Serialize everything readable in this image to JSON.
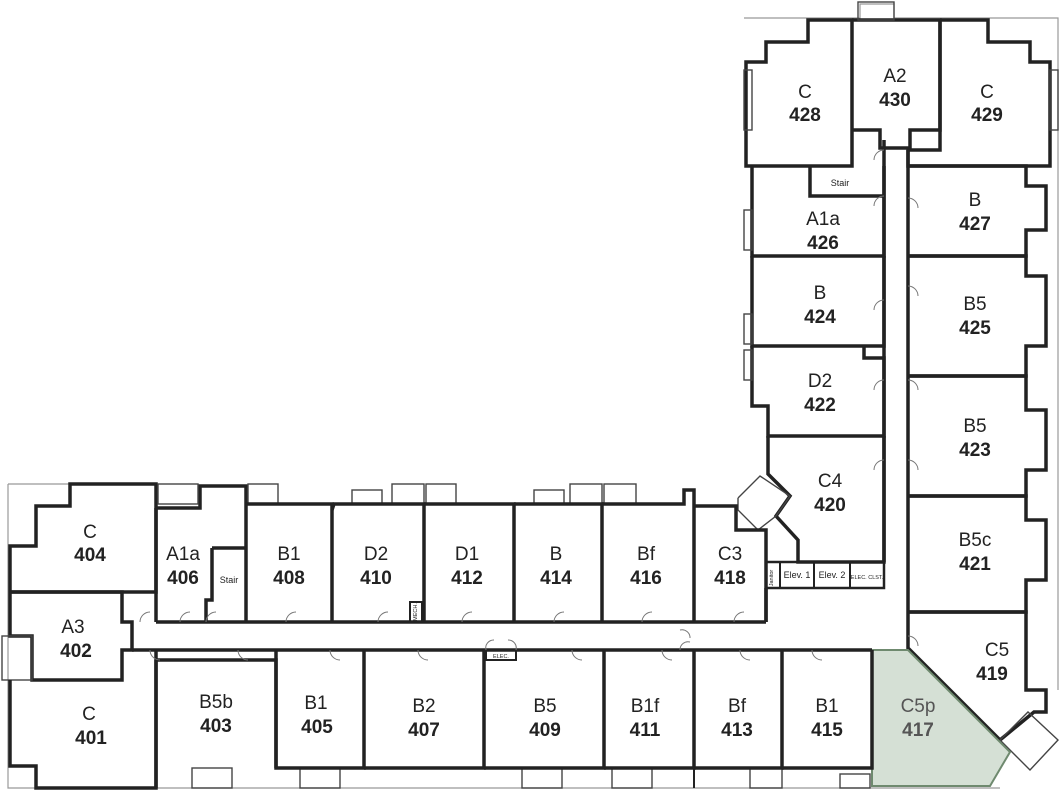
{
  "colors": {
    "wall": "#222222",
    "highlight_fill": "#d5e0d5",
    "highlight_stroke": "#6f8a6f",
    "highlight_text": "#555555"
  },
  "highlighted_unit": "417",
  "units": [
    {
      "id": "428",
      "type": "C",
      "number": "428"
    },
    {
      "id": "430",
      "type": "A2",
      "number": "430"
    },
    {
      "id": "429",
      "type": "C",
      "number": "429"
    },
    {
      "id": "426",
      "type": "A1a",
      "number": "426"
    },
    {
      "id": "427",
      "type": "B",
      "number": "427"
    },
    {
      "id": "424",
      "type": "B",
      "number": "424"
    },
    {
      "id": "425",
      "type": "B5",
      "number": "425"
    },
    {
      "id": "422",
      "type": "D2",
      "number": "422"
    },
    {
      "id": "423",
      "type": "B5",
      "number": "423"
    },
    {
      "id": "420",
      "type": "C4",
      "number": "420"
    },
    {
      "id": "421",
      "type": "B5c",
      "number": "421"
    },
    {
      "id": "419",
      "type": "C5",
      "number": "419"
    },
    {
      "id": "417",
      "type": "C5p",
      "number": "417"
    },
    {
      "id": "404",
      "type": "C",
      "number": "404"
    },
    {
      "id": "406",
      "type": "A1a",
      "number": "406"
    },
    {
      "id": "408",
      "type": "B1",
      "number": "408"
    },
    {
      "id": "410",
      "type": "D2",
      "number": "410"
    },
    {
      "id": "412",
      "type": "D1",
      "number": "412"
    },
    {
      "id": "414",
      "type": "B",
      "number": "414"
    },
    {
      "id": "416",
      "type": "Bf",
      "number": "416"
    },
    {
      "id": "418",
      "type": "C3",
      "number": "418"
    },
    {
      "id": "402",
      "type": "A3",
      "number": "402"
    },
    {
      "id": "401",
      "type": "C",
      "number": "401"
    },
    {
      "id": "403",
      "type": "B5b",
      "number": "403"
    },
    {
      "id": "405",
      "type": "B1",
      "number": "405"
    },
    {
      "id": "407",
      "type": "B2",
      "number": "407"
    },
    {
      "id": "409",
      "type": "B5",
      "number": "409"
    },
    {
      "id": "411",
      "type": "B1f",
      "number": "411"
    },
    {
      "id": "413",
      "type": "Bf",
      "number": "413"
    },
    {
      "id": "415",
      "type": "B1",
      "number": "415"
    }
  ],
  "service_labels": {
    "stair_north": "Stair",
    "stair_west": "Stair",
    "elev1": "Elev. 1",
    "elev2": "Elev. 2",
    "elec_closet": "ELEC. CLST.",
    "elec": "ELEC.",
    "mech": "MECH.",
    "janitor": "Janitor"
  }
}
